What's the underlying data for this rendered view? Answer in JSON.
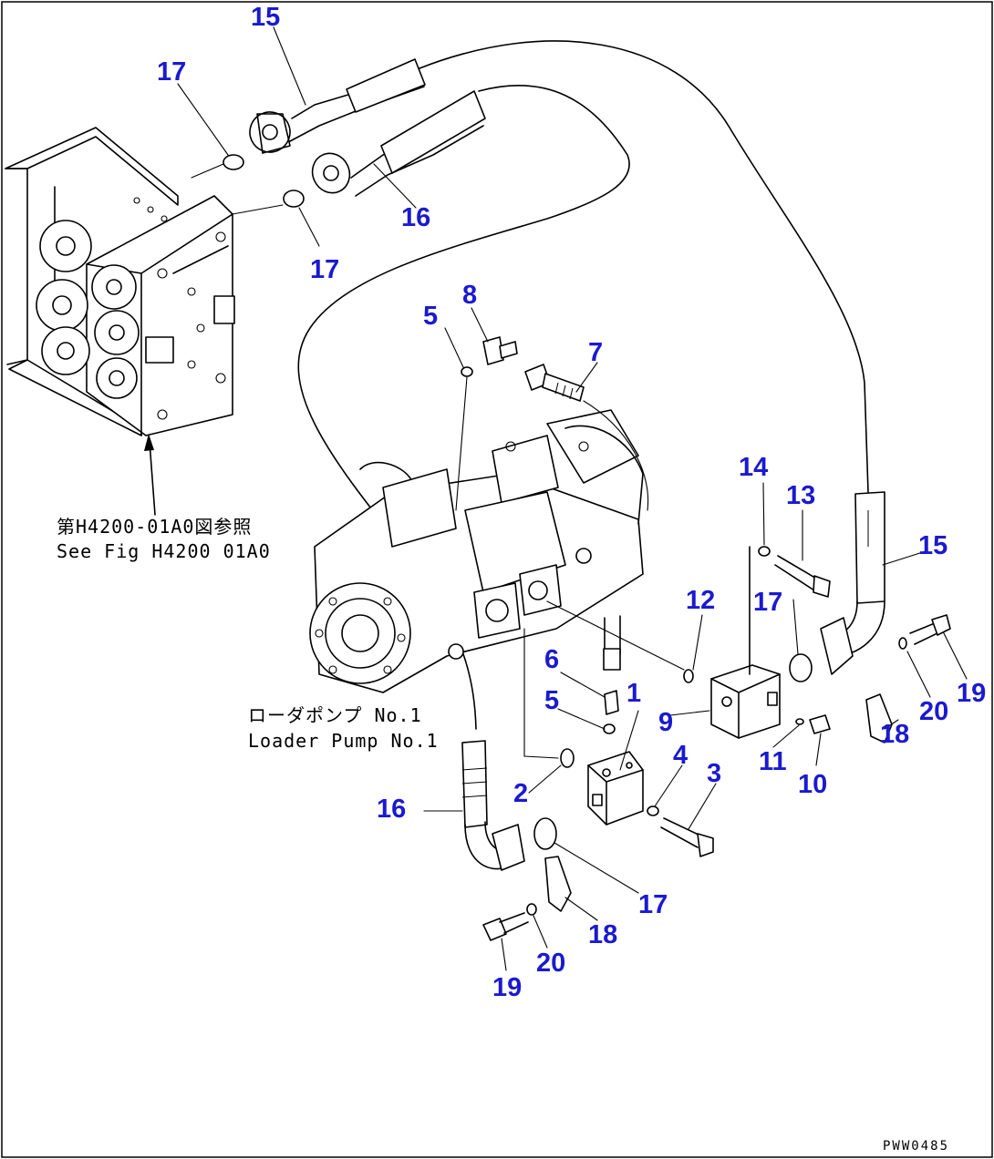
{
  "callouts": {
    "c1": "1",
    "c2": "2",
    "c3": "3",
    "c4": "4",
    "c5a": "5",
    "c5b": "5",
    "c6": "6",
    "c7": "7",
    "c8": "8",
    "c9": "9",
    "c10": "10",
    "c11": "11",
    "c12": "12",
    "c13": "13",
    "c14": "14",
    "c15a": "15",
    "c15b": "15",
    "c16a": "16",
    "c16b": "16",
    "c17a": "17",
    "c17b": "17",
    "c17c": "17",
    "c17d": "17",
    "c18a": "18",
    "c18b": "18",
    "c19a": "19",
    "c19b": "19",
    "c20a": "20",
    "c20b": "20"
  },
  "references": {
    "valve_ref_jp": "第H4200-01A0図参照",
    "valve_ref_en": "See Fig H4200 01A0",
    "pump_ref_jp": "ローダポンプ No.1",
    "pump_ref_en": "Loader Pump No.1"
  },
  "drawing_code": "PWW0485",
  "colors": {
    "callout": "#1a1ad0",
    "line": "#000000",
    "background": "#ffffff"
  }
}
